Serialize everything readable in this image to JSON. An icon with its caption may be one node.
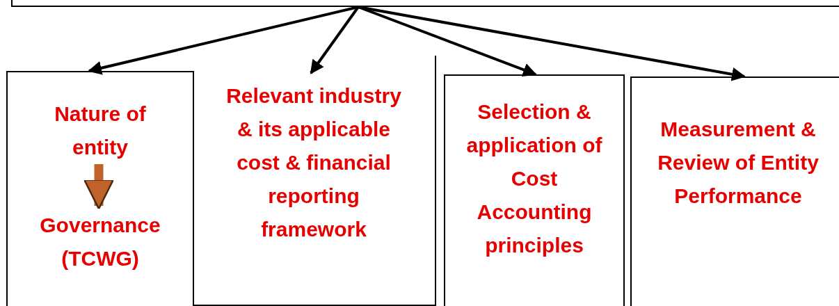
{
  "diagram": {
    "nodes": [
      {
        "text": [],
        "shape": "box"
      },
      {
        "text": [],
        "shape": "box"
      },
      {
        "text": [
          "Nature of entity"
        ],
        "in": 1
      },
      {
        "text": [
          "Governance (TCWG)"
        ],
        "in": 1
      },
      {
        "text": [
          "Relevant industry & its applicable cost & financial reporting framework"
        ]
      },
      {
        "text": [
          "Selection & application of Cost Accounting principles"
        ]
      },
      {
        "text": [
          "Measurement & Review of Entity Performance"
        ]
      }
    ],
    "edges": [
      {
        "from": 0,
        "to": 1,
        "arrow": "to"
      },
      {
        "from": 0,
        "to": 4,
        "arrow": "to"
      },
      {
        "from": 0,
        "to": 5,
        "arrow": "to"
      },
      {
        "from": 0,
        "to": 6,
        "arrow": "to"
      },
      {
        "from": 2,
        "to": 3,
        "arrow": "to",
        "style": "thick",
        "color": "#c0622a"
      }
    ]
  }
}
